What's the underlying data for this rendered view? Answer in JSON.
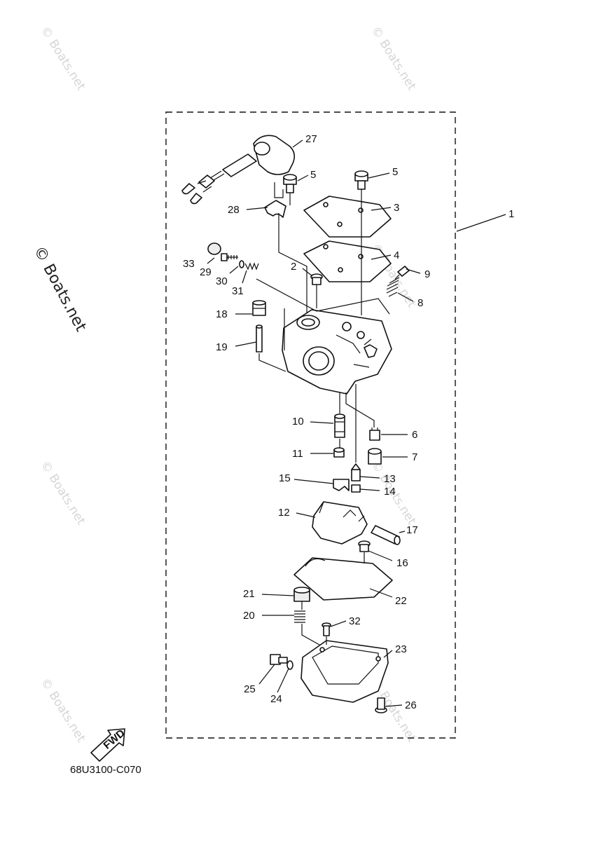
{
  "watermarks": {
    "text": "© Boats.net",
    "side_text": "© Boats.net"
  },
  "diagram_code": "68U3100-C070",
  "fwd_label": "FWD",
  "callouts": [
    {
      "id": "c1",
      "text": "1"
    },
    {
      "id": "c2",
      "text": "2"
    },
    {
      "id": "c3",
      "text": "3"
    },
    {
      "id": "c4",
      "text": "4"
    },
    {
      "id": "c5a",
      "text": "5"
    },
    {
      "id": "c5b",
      "text": "5"
    },
    {
      "id": "c6",
      "text": "6"
    },
    {
      "id": "c7",
      "text": "7"
    },
    {
      "id": "c8",
      "text": "8"
    },
    {
      "id": "c9",
      "text": "9"
    },
    {
      "id": "c10",
      "text": "10"
    },
    {
      "id": "c11",
      "text": "11"
    },
    {
      "id": "c12",
      "text": "12"
    },
    {
      "id": "c13",
      "text": "13"
    },
    {
      "id": "c14",
      "text": "14"
    },
    {
      "id": "c15",
      "text": "15"
    },
    {
      "id": "c16",
      "text": "16"
    },
    {
      "id": "c17",
      "text": "17"
    },
    {
      "id": "c18",
      "text": "18"
    },
    {
      "id": "c19",
      "text": "19"
    },
    {
      "id": "c20",
      "text": "20"
    },
    {
      "id": "c21",
      "text": "21"
    },
    {
      "id": "c22",
      "text": "22"
    },
    {
      "id": "c23",
      "text": "23"
    },
    {
      "id": "c24",
      "text": "24"
    },
    {
      "id": "c25",
      "text": "25"
    },
    {
      "id": "c26",
      "text": "26"
    },
    {
      "id": "c27",
      "text": "27"
    },
    {
      "id": "c28",
      "text": "28"
    },
    {
      "id": "c29",
      "text": "29"
    },
    {
      "id": "c30",
      "text": "30"
    },
    {
      "id": "c31",
      "text": "31"
    },
    {
      "id": "c32",
      "text": "32"
    },
    {
      "id": "c33",
      "text": "33"
    }
  ]
}
